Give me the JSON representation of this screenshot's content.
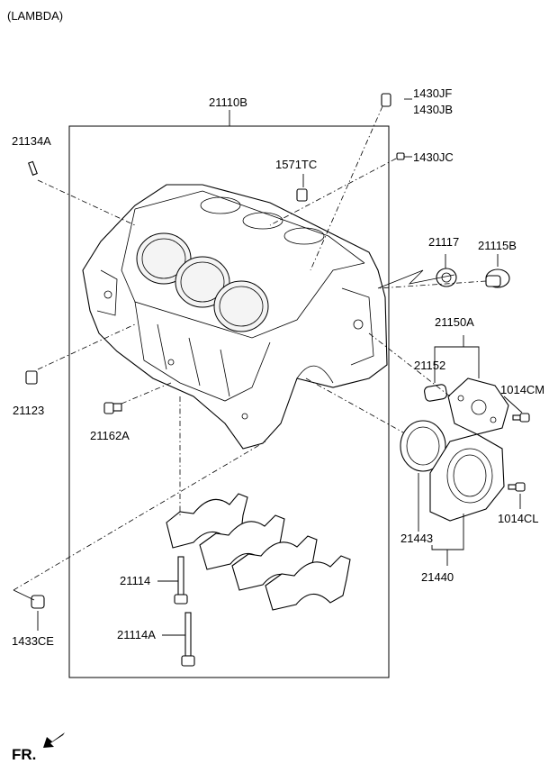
{
  "header": {
    "engine_variant": "(LAMBDA)"
  },
  "part_labels": {
    "p21110B": "21110B",
    "p1430JF": "1430JF",
    "p1430JB": "1430JB",
    "p21134A": "21134A",
    "p1571TC": "1571TC",
    "p1430JC": "1430JC",
    "p21117": "21117",
    "p21115B": "21115B",
    "p21150A": "21150A",
    "p21152": "21152",
    "p1014CM": "1014CM",
    "p21123": "21123",
    "p21162A": "21162A",
    "p21443": "21443",
    "p1014CL": "1014CL",
    "p21440": "21440",
    "p21114": "21114",
    "p21114A": "21114A",
    "p1433CE": "1433CE"
  },
  "footer": {
    "front_indicator": "FR."
  }
}
